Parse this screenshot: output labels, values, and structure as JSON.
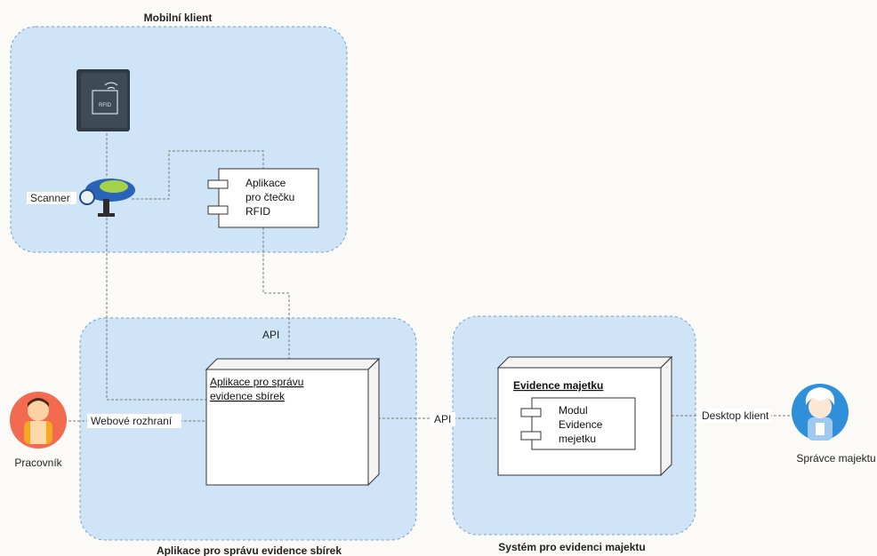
{
  "regions": {
    "mobile": {
      "title": "Mobilní klient"
    },
    "collections": {
      "title": "Aplikace pro správu evidence sbírek"
    },
    "assets": {
      "title": "Systém pro evidenci majektu"
    }
  },
  "mobile": {
    "rfid_tag_label": "RFID",
    "scanner_label": "Scanner",
    "component_lines": [
      "Aplikace",
      "pro čtečku",
      "RFID"
    ]
  },
  "collections_node": {
    "title_lines": [
      "Aplikace pro správu",
      "evidence sbírek"
    ]
  },
  "assets_node": {
    "title": "Evidence majetku",
    "component_lines": [
      "Modul",
      "Evidence",
      "mejetku"
    ]
  },
  "interfaces": {
    "api_top": "API",
    "web": "Webové rozhraní",
    "api_mid": "API",
    "desktop": "Desktop klient"
  },
  "actors": {
    "worker": {
      "label": "Pracovník",
      "icon": "worker-icon"
    },
    "admin": {
      "label": "Správce majektu",
      "icon": "admin-icon"
    }
  },
  "colors": {
    "region_fill": "#cfe4f6",
    "region_border": "#6f9fcf",
    "worker_circle": "#f26a4f",
    "admin_circle": "#2f8fd8"
  }
}
